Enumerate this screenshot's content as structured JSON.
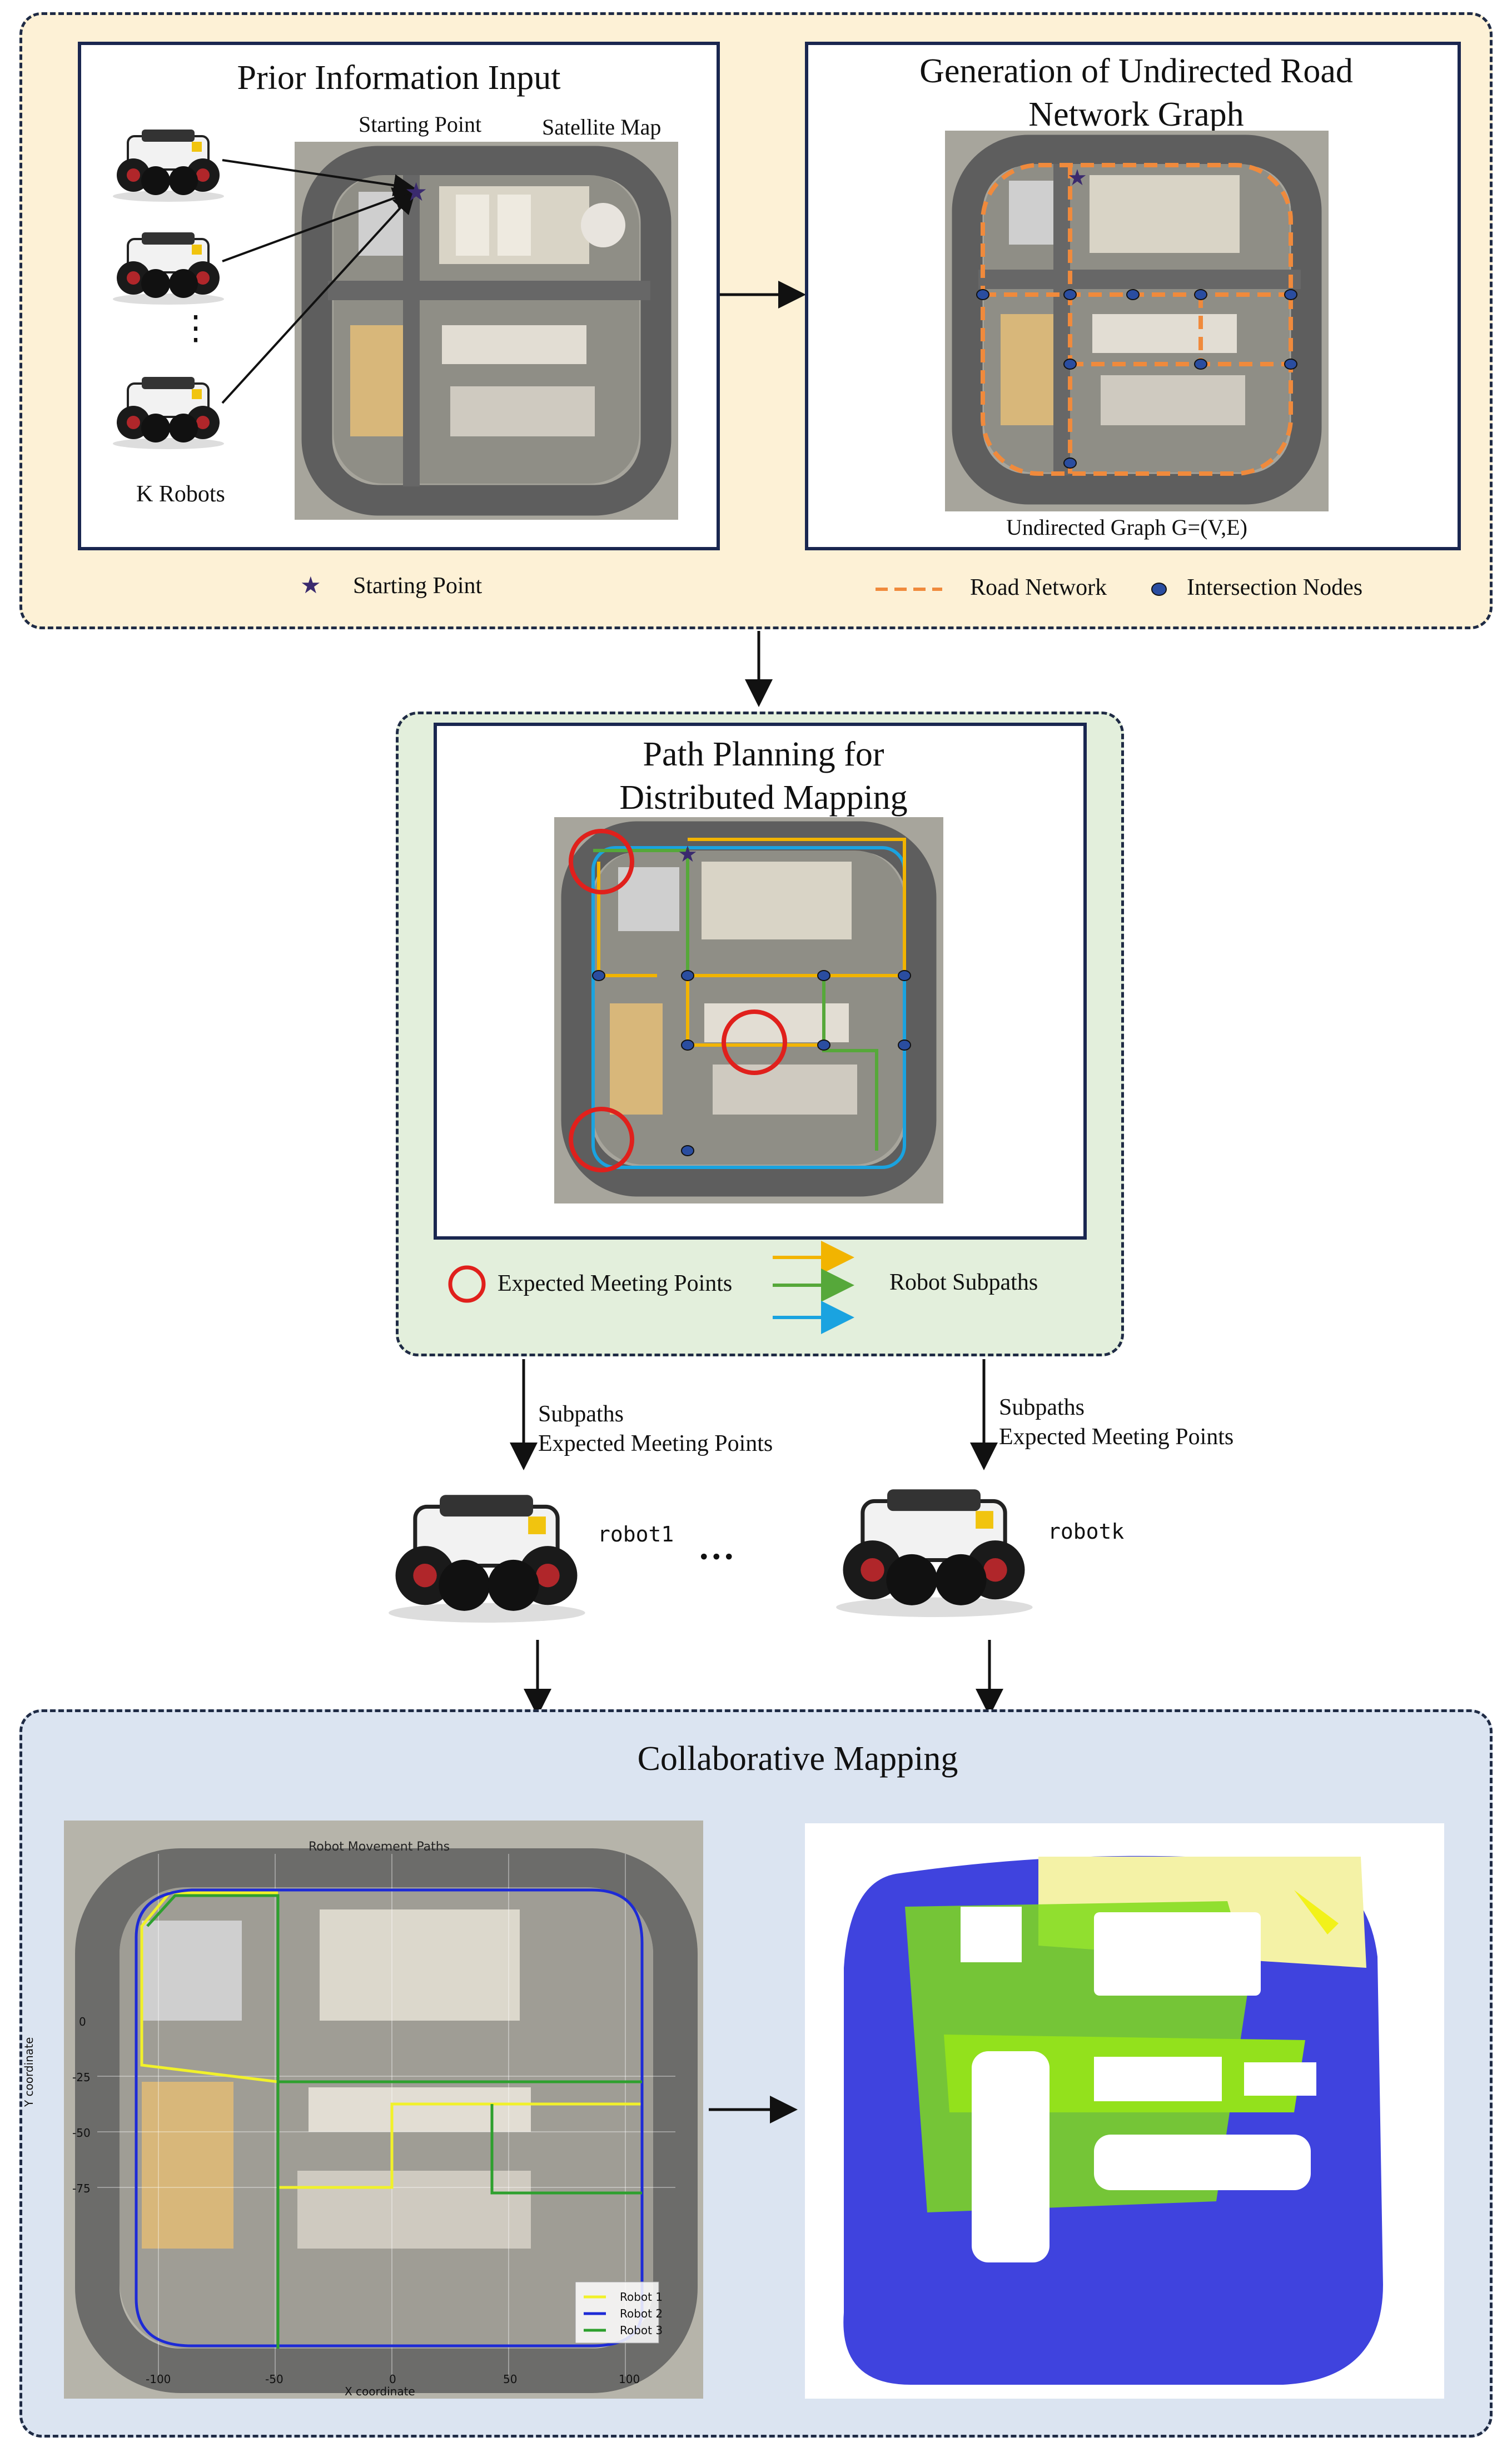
{
  "colors": {
    "panel_top_bg": "#fdf1d6",
    "panel_mid_bg": "#e3efdc",
    "panel_bottom_bg": "#dbe4f1",
    "panel_border": "#1f2b45",
    "box_border": "#1a2750",
    "road_network": "#f08a3c",
    "intersection_node": "#2a4da0",
    "meeting_circle": "#e0201c",
    "subpath_yellow": "#f2b400",
    "subpath_green": "#56a83a",
    "subpath_blue": "#1aa3e0",
    "star": "#3a2a6e"
  },
  "prior": {
    "title": "Prior Information Input",
    "starting_point_label": "Starting Point",
    "satellite_map_label": "Satellite Map",
    "k_robots_label": "K Robots",
    "ellipsis": "⋮"
  },
  "graph": {
    "title": "Generation of Undirected Road Network Graph",
    "caption": "Undirected Graph G=(V,E)"
  },
  "legend_top": {
    "starting_point": "Starting Point",
    "road_network": "Road Network",
    "intersection_nodes": "Intersection Nodes"
  },
  "planning": {
    "title": "Path Planning for Distributed Mapping",
    "legend_meeting": "Expected Meeting Points",
    "legend_subpaths": "Robot Subpaths"
  },
  "dispatch": {
    "left_line1": "Subpaths",
    "left_line2": "Expected Meeting Points",
    "right_line1": "Subpaths",
    "right_line2": "Expected Meeting Points",
    "robot1": "robot1",
    "robotk": "robotk",
    "dots": "..."
  },
  "collab": {
    "title": "Collaborative Mapping",
    "plot_title": "Robot Movement Paths",
    "x_label": "X coordinate",
    "y_label": "Y coordinate",
    "x_ticks": [
      "-100",
      "-50",
      "0",
      "50",
      "100"
    ],
    "y_ticks": [
      "0",
      "-25",
      "-50",
      "-75"
    ],
    "legend": [
      "Robot 1",
      "Robot 2",
      "Robot 3"
    ]
  }
}
